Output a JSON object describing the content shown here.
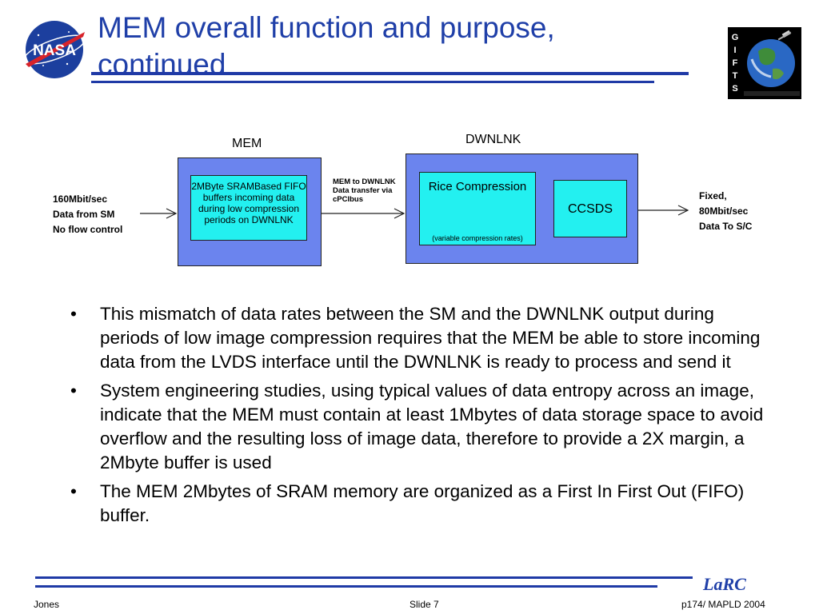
{
  "header": {
    "title": "MEM overall function and purpose, continued"
  },
  "logos": {
    "nasa_text": "NASA",
    "gifts_letters": [
      "G",
      "I",
      "F",
      "T",
      "S"
    ]
  },
  "diagram": {
    "mem_title": "MEM",
    "dwnlnk_title": "DWNLNK",
    "fifo_text": "2MByte SRAMBased FIFO buffers incoming data during low compression periods on DWNLNK",
    "input_lines": [
      "160Mbit/sec",
      "Data from SM",
      "No flow control"
    ],
    "transfer_lines": [
      "MEM to DWNLNK",
      "Data transfer via",
      "cPCIbus"
    ],
    "rice_label": "Rice Compression",
    "rice_note": "(variable compression rates)",
    "ccsds_label": "CCSDS",
    "output_lines": [
      "Fixed,",
      "80Mbit/sec",
      "Data To S/C"
    ]
  },
  "bullets": [
    "This mismatch of data rates between the SM and the DWNLNK output during periods of low image compression requires that the MEM be able to store incoming data from the LVDS interface until the DWNLNK is ready to process and send it",
    "System engineering studies, using typical values of data entropy across an image, indicate that the MEM must contain at least 1Mbytes of data storage space to avoid overflow and the resulting loss of image data, therefore to provide a 2X margin, a 2Mbyte buffer is used",
    "The MEM 2Mbytes of SRAM memory are organized as a First In First Out (FIFO) buffer."
  ],
  "bullet_symbol": "•",
  "footer": {
    "left": "Jones",
    "center": "Slide 7",
    "right": "p174/ MAPLD 2004",
    "brand": "LaRC"
  },
  "colors": {
    "title_blue": "#1f3fa8",
    "box_blue": "#6b84ee",
    "box_cyan": "#23f0f0"
  }
}
